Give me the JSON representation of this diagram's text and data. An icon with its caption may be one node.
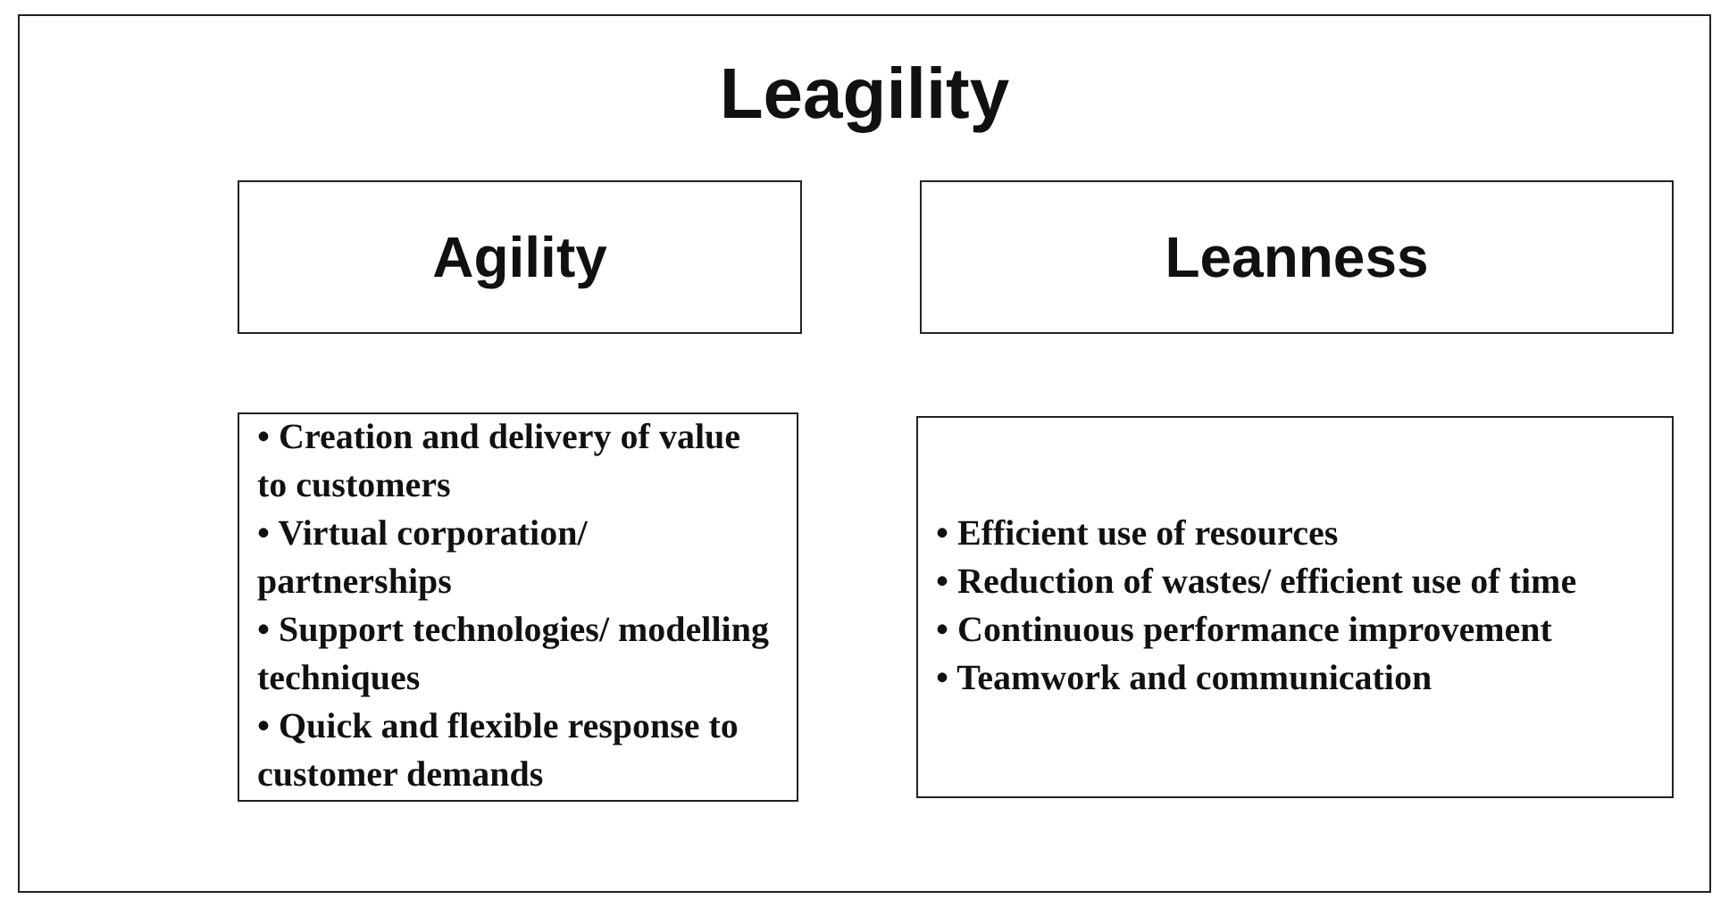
{
  "diagram": {
    "nodes": [
      {
        "text": [
          "Leagility"
        ]
      },
      {
        "text": [
          "Agility"
        ],
        "in": 0
      },
      {
        "text": [
          "Leanness"
        ],
        "in": 0
      },
      {
        "text": [
          "• Creation and delivery of value to customers",
          "• Virtual corporation/ partnerships",
          "• Support technologies/ modelling techniques",
          "• Quick and flexible response to customer demands"
        ],
        "in": 0
      },
      {
        "text": [
          "• Efficient use of resources",
          "• Reduction of wastes/ efficient use of time",
          "• Continuous performance improvement",
          "• Teamwork and communication"
        ],
        "in": 0
      }
    ],
    "edges": []
  }
}
